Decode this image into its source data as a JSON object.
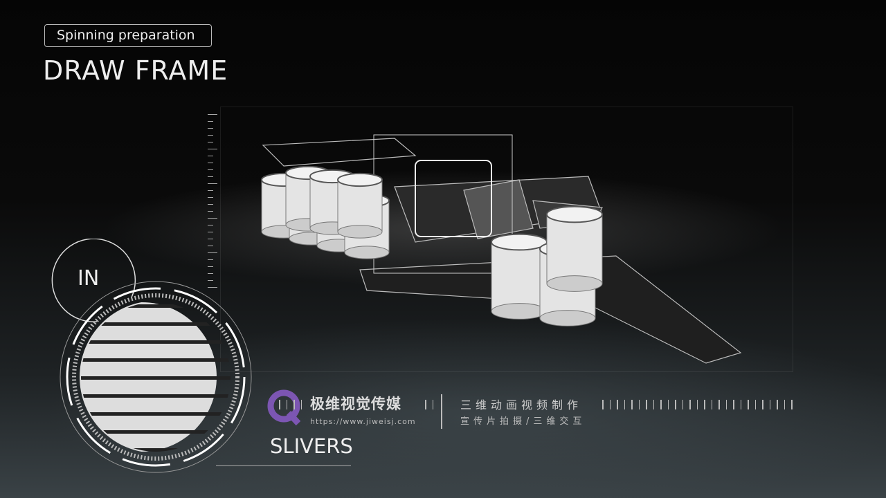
{
  "header": {
    "subtitle": "Spinning preparation",
    "title": "DRAW FRAME"
  },
  "labels": {
    "in": "IN",
    "output": "SLIVERS"
  },
  "watermark": {
    "brand_cn": "极维视觉传媒",
    "url": "https://www.jiweisj.com",
    "line1": "三维动画视频制作",
    "line2": "宣传片拍摄/三维交互",
    "logo_color": "#8a5cc8"
  }
}
